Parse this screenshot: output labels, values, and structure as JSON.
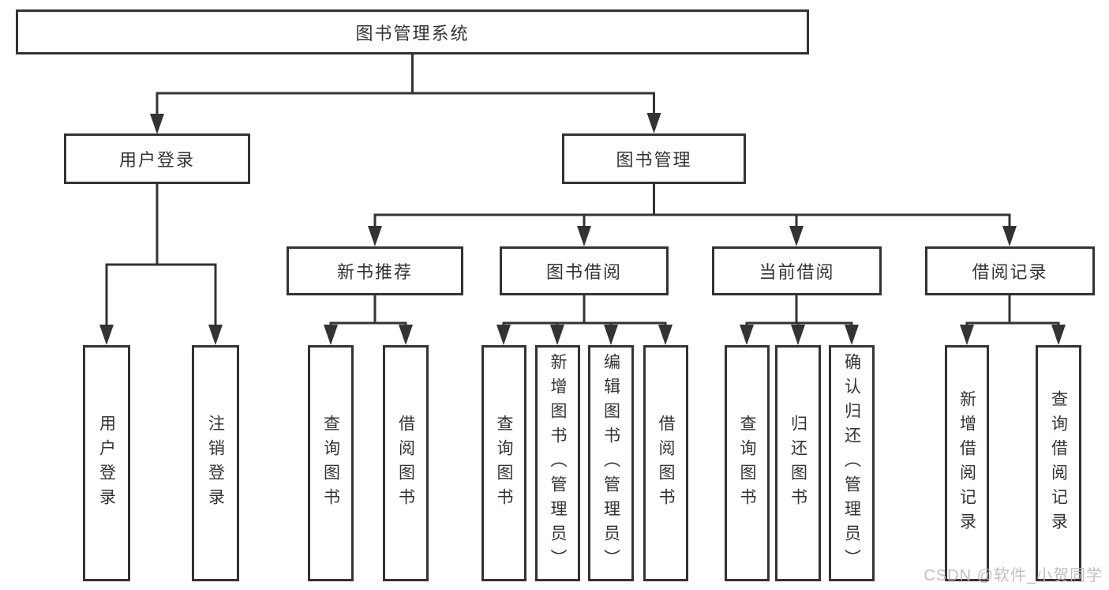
{
  "diagram": {
    "title": "图书管理系统",
    "root": {
      "label": "图书管理系统"
    },
    "branches": [
      {
        "label": "用户登录",
        "children": [
          {
            "label": "用户登录"
          },
          {
            "label": "注销登录"
          }
        ]
      },
      {
        "label": "图书管理",
        "children": [
          {
            "label": "新书推荐",
            "children": [
              {
                "label": "查询图书"
              },
              {
                "label": "借阅图书"
              }
            ]
          },
          {
            "label": "图书借阅",
            "children": [
              {
                "label": "查询图书"
              },
              {
                "label": "新增图书（管理员）"
              },
              {
                "label": "编辑图书（管理员）"
              },
              {
                "label": "借阅图书"
              }
            ]
          },
          {
            "label": "当前借阅",
            "children": [
              {
                "label": "查询图书"
              },
              {
                "label": "归还图书"
              },
              {
                "label": "确认归还（管理员）"
              }
            ]
          },
          {
            "label": "借阅记录",
            "children": [
              {
                "label": "新增借阅记录"
              },
              {
                "label": "查询借阅记录"
              }
            ]
          }
        ]
      }
    ]
  },
  "watermark": "CSDN @软件_小贺同学",
  "colors": {
    "line": "#333333",
    "text": "#333333",
    "box_background": "#ffffff",
    "page_background": "#ffffff",
    "watermark": "#b9b9b9"
  }
}
